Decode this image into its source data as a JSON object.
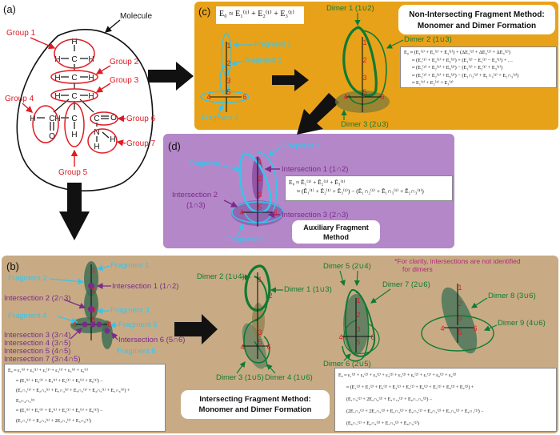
{
  "panels": {
    "a": {
      "letter": "(a)",
      "molecule_label": "Molecule",
      "groups": [
        "Group 1",
        "Group 2",
        "Group 3",
        "Group 4",
        "Group 5",
        "Group 6",
        "Group 7"
      ],
      "atoms": {
        "H": "H",
        "C": "C",
        "O": "O",
        "N": "N"
      }
    },
    "c": {
      "letter": "(c)",
      "main_eq": "E₀ ≈ E₁⁽¹⁾ + E₂⁽¹⁾ + E₃⁽¹⁾",
      "title_line1": "Non-Intersecting Fragment Method:",
      "title_line2": "Monomer and Dimer Formation",
      "fragments": [
        "Fragment 1",
        "Fragment 2",
        "Fragment 3"
      ],
      "dimers": [
        "Dimer 1 (1∪2)",
        "Dimer 2 (1∪3)",
        "Dimer 3 (2∪3)"
      ],
      "eq_lines": [
        "E₀ ≈ (E₁⁽¹⁾ + E₂⁽¹⁾ + E₃⁽¹⁾) + (ΔE₁⁽²⁾ + ΔE₂⁽²⁾ + ΔE₃⁽²⁾)",
        "≈ (E₁⁽¹⁾ + E₂⁽¹⁾ + E₃⁽¹⁾) + (E₁⁽²⁾ − E₁⁽¹⁾ − E₂⁽¹⁾) + …",
        "≈ (E₁⁽²⁾ + E₂⁽²⁾ + E₃⁽²⁾) − (E₁⁽¹⁾ + E₂⁽¹⁾ + E₃⁽¹⁾)",
        "≈ (E₁⁽²⁾ + E₂⁽²⁾ + E₃⁽²⁾) − (E₁∩₂⁽²⁾ + E₁∩₃⁽²⁾ + E₂∩₃⁽²⁾)",
        "≈ E₁⁽²⁾ + E₂⁽²⁾ + E₃⁽²⁾"
      ]
    },
    "d": {
      "letter": "(d)",
      "title_line1": "Auxiliary Fragment",
      "title_line2": "Method",
      "fragments": [
        "Fragment 1",
        "Fragment 2",
        "Fragment 3"
      ],
      "intersections": [
        "Intersection 1 (1∩2)",
        "Intersection 2",
        "(1∩3)",
        "Intersection 3 (2∩3)"
      ],
      "eq_lines": [
        "E₀ ≈ Ẽ₁⁽¹⁾ + Ẽ₂⁽¹⁾ + Ẽ₃⁽¹⁾",
        "≈ (Ẽ₁⁽¹⁾ + Ẽ₂⁽¹⁾ + Ẽ₃⁽¹⁾) − (Ẽ₁∩₂⁽¹⁾ + Ẽ₁∩₃⁽¹⁾ + Ẽ₂∩₃⁽¹⁾)"
      ]
    },
    "b": {
      "letter": "(b)",
      "title_line1": "Intersecting Fragment Method:",
      "title_line2": "Monomer and Dimer Formation",
      "note_line1": "*For clarity, intersections are not identified",
      "note_line2": "for dimers",
      "fragments": [
        "Fragment 1",
        "Fragment 2",
        "Fragment 3",
        "Fragment 4",
        "Fragment 5",
        "Fragment 6"
      ],
      "intersections": [
        "Intersection 1 (1∩2)",
        "Intersection 2 (2∩3)",
        "Intersection 3 (3∩4)",
        "Intersection 4 (3∩5)",
        "Intersection 5 (4∩5)",
        "Intersection 7 (3∩4∩5)",
        "Intersection 6 (5∩6)"
      ],
      "dimers": [
        "Dimer 1 (1∪3)",
        "Dimer 2 (1∪4)",
        "Dimer 3 (1∪5)",
        "Dimer 4 (1∪6)",
        "Dimer 5 (2∪4)",
        "Dimer 6 (2∪5)",
        "Dimer 7 (2∪6)",
        "Dimer 8 (3∪6)",
        "Dimer 9 (4∪6)"
      ],
      "eq_left": [
        "E₀ ≈ ε₁⁽¹⁾ + ε₂⁽¹⁾ + ε₃⁽¹⁾ + ε₄⁽¹⁾ + ε₅⁽¹⁾ + ε₆⁽¹⁾",
        "≈ (E₁⁽¹⁾ + E₂⁽¹⁾ + E₃⁽¹⁾ + E₄⁽¹⁾ + E₅⁽¹⁾ + E₆⁽¹⁾) −",
        "(E₁∩₂⁽¹⁾ + E₂∩₃⁽¹⁾ + E₃∩₄⁽¹⁾ + E₃∩₅⁽¹⁾ + E₄∩₅⁽¹⁾ + E₅∩₆⁽¹⁾) +",
        "E₃∩₄∩₅⁽¹⁾",
        "≈ (E₁⁽¹⁾ + E₂⁽¹⁾ + E₃⁽¹⁾ + E₄⁽¹⁾ + E₅⁽¹⁾ + E₆⁽¹⁾) −",
        "(E₁∩₂⁽¹⁾ + E₂∩₃⁽¹⁾ + 2E₃∩₄⁽¹⁾ + E₅∩₆⁽¹⁾)"
      ],
      "eq_right": [
        "E₀ ≈ ε₁⁽²⁾ + ε₂⁽²⁾ + ε₃⁽²⁾ + ε₄⁽²⁾ + ε₅⁽²⁾ + ε₆⁽²⁾ + ε₇⁽²⁾ + ε₈⁽²⁾ + ε₉⁽²⁾",
        "≈ (E₁⁽²⁾ + E₂⁽²⁾ + E₃⁽²⁾ + E₄⁽²⁾ + E₅⁽²⁾ + E₆⁽²⁾ + E₇⁽²⁾ + E₈⁽²⁾ + E₉⁽²⁾) +",
        "(E₁∩₉⁽²⁾ + 2E₂∩₈⁽²⁾ + E₃∩₁₀⁽²⁾ + E₆∩₇∩₈⁽²⁾) −",
        "(2E₁∩₂⁽²⁾ + 2E₁∩₅⁽²⁾ + E₂∩₃⁽²⁾ + E₂∩₉⁽²⁾ + E₃∩₄⁽²⁾ + E₃∩₆⁽²⁾ + E₄∩₇⁽²⁾) −",
        "(E₆∩₇⁽²⁾ + E₆∩₈⁽²⁾ + E₇∩₈⁽²⁾ + E₈∩₉⁽²⁾)"
      ]
    }
  },
  "node_labels": [
    "1",
    "2",
    "3",
    "4",
    "5",
    "6"
  ],
  "colors": {
    "orange": "#e8a219",
    "purple": "#b487c8",
    "tan": "#c8ab84",
    "red": "#e01b24",
    "green": "#0f7a34",
    "cyan": "#38c4ec",
    "violet": "#7a2a8c",
    "black": "#111111"
  }
}
